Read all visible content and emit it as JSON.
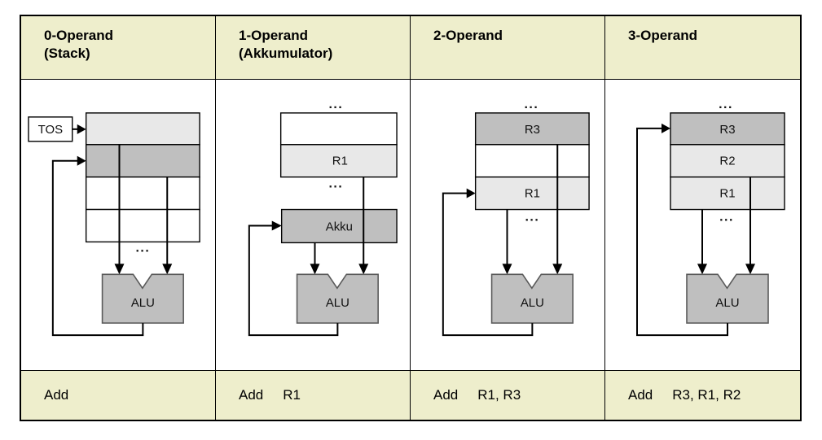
{
  "colors": {
    "header_bg": "#eeeecc",
    "cell_light": "#e8e8e8",
    "cell_dark": "#bfbfbf",
    "line": "#000000"
  },
  "table": {
    "columns": [
      {
        "header_line1": "0-Operand",
        "header_line2": "(Stack)",
        "instruction": {
          "mnemonic": "Add",
          "operands": ""
        },
        "diagram": {
          "tos": "TOS",
          "dots_mid": "...",
          "alu": "ALU"
        }
      },
      {
        "header_line1": "1-Operand",
        "header_line2": "(Akkumulator)",
        "instruction": {
          "mnemonic": "Add",
          "operands": "R1"
        },
        "diagram": {
          "dots_top": "...",
          "r1": "R1",
          "dots_mid": "...",
          "akku": "Akku",
          "alu": "ALU"
        }
      },
      {
        "header_line1": "2-Operand",
        "header_line2": "",
        "instruction": {
          "mnemonic": "Add",
          "operands": "R1, R3"
        },
        "diagram": {
          "dots_top": "...",
          "r3": "R3",
          "r1": "R1",
          "dots_mid": "...",
          "alu": "ALU"
        }
      },
      {
        "header_line1": "3-Operand",
        "header_line2": "",
        "instruction": {
          "mnemonic": "Add",
          "operands": "R3, R1, R2"
        },
        "diagram": {
          "dots_top": "...",
          "r3": "R3",
          "r2": "R2",
          "r1": "R1",
          "dots_mid": "...",
          "alu": "ALU"
        }
      }
    ]
  }
}
